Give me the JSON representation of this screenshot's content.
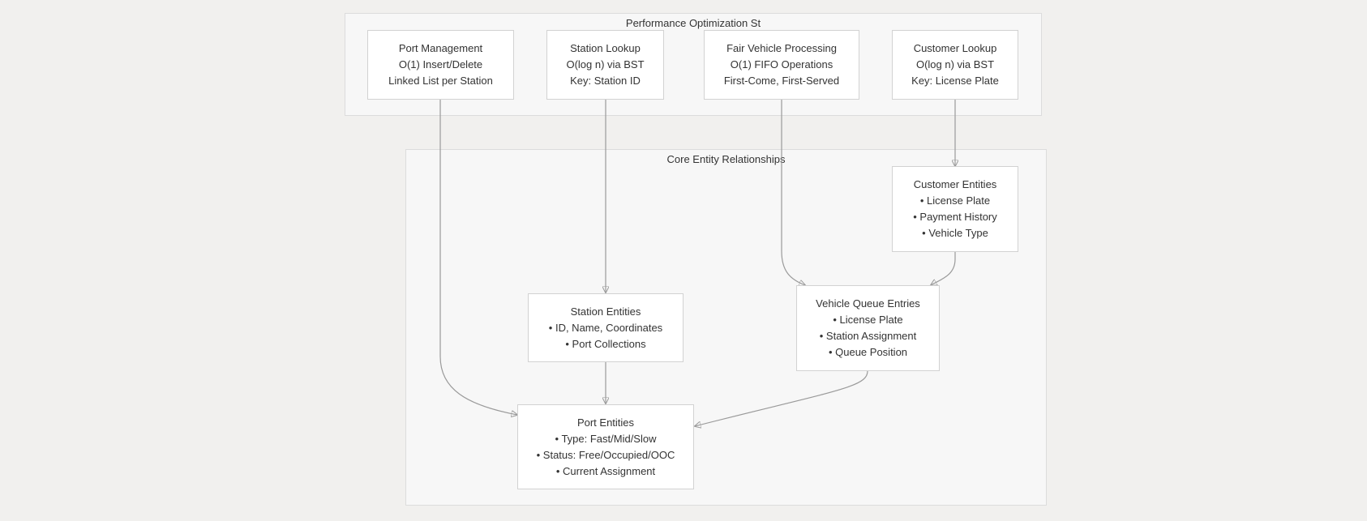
{
  "clusters": {
    "perf": {
      "title": "Performance Optimization St"
    },
    "core": {
      "title": "Core Entity Relationships"
    }
  },
  "nodes": {
    "port_management": {
      "lines": [
        "Port Management",
        "O(1) Insert/Delete",
        "Linked List per Station"
      ]
    },
    "station_lookup": {
      "lines": [
        "Station Lookup",
        "O(log n) via BST",
        "Key: Station ID"
      ]
    },
    "fair_vehicle": {
      "lines": [
        "Fair Vehicle Processing",
        "O(1) FIFO Operations",
        "First-Come, First-Served"
      ]
    },
    "customer_lookup": {
      "lines": [
        "Customer Lookup",
        "O(log n) via BST",
        "Key: License Plate"
      ]
    },
    "customer_entities": {
      "lines": [
        "Customer Entities",
        "• License Plate",
        "• Payment History",
        "• Vehicle Type"
      ]
    },
    "station_entities": {
      "lines": [
        "Station Entities",
        "• ID, Name, Coordinates",
        "• Port Collections"
      ]
    },
    "vehicle_queue": {
      "lines": [
        "Vehicle Queue Entries",
        "• License Plate",
        "• Station Assignment",
        "• Queue Position"
      ]
    },
    "port_entities": {
      "lines": [
        "Port Entities",
        "• Type: Fast/Mid/Slow",
        "• Status: Free/Occupied/OOC",
        "• Current Assignment"
      ]
    }
  },
  "colors": {
    "background": "#f1f0ee",
    "cluster_fill": "#f7f7f7",
    "node_fill": "#ffffff",
    "edge": "#9a9a9a"
  }
}
